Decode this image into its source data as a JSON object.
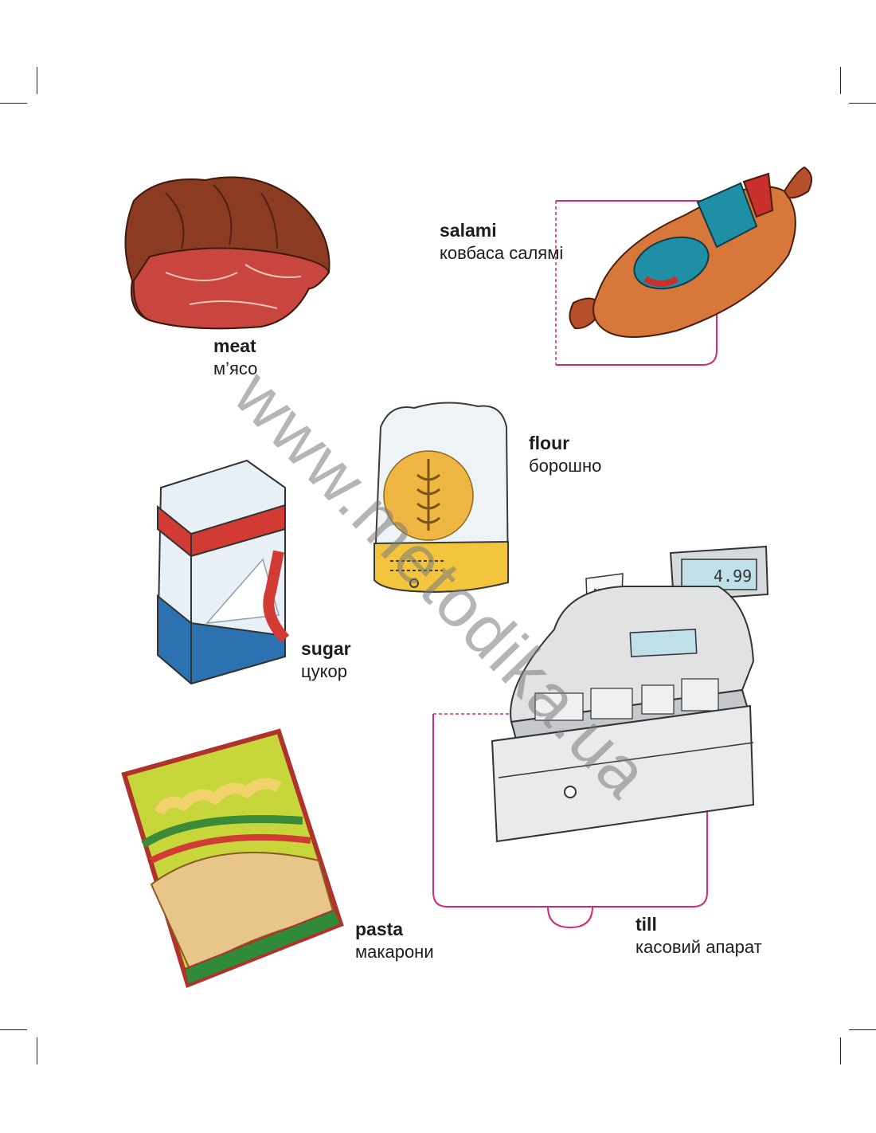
{
  "items": {
    "meat": {
      "en": "meat",
      "uk": "м’ясо"
    },
    "salami": {
      "en": "salami",
      "uk": "ковбаса салямі"
    },
    "flour": {
      "en": "flour",
      "uk": "борошно"
    },
    "sugar": {
      "en": "sugar",
      "uk": "цукор"
    },
    "pasta": {
      "en": "pasta",
      "uk": "макарони"
    },
    "till": {
      "en": "till",
      "uk": "касовий апарат",
      "display_price": "4.99"
    }
  },
  "watermark": "www.metodika.ua",
  "colors": {
    "cut_line": "#d6287a",
    "accent_red": "#c9302c",
    "flour_yellow": "#f2c53d"
  }
}
